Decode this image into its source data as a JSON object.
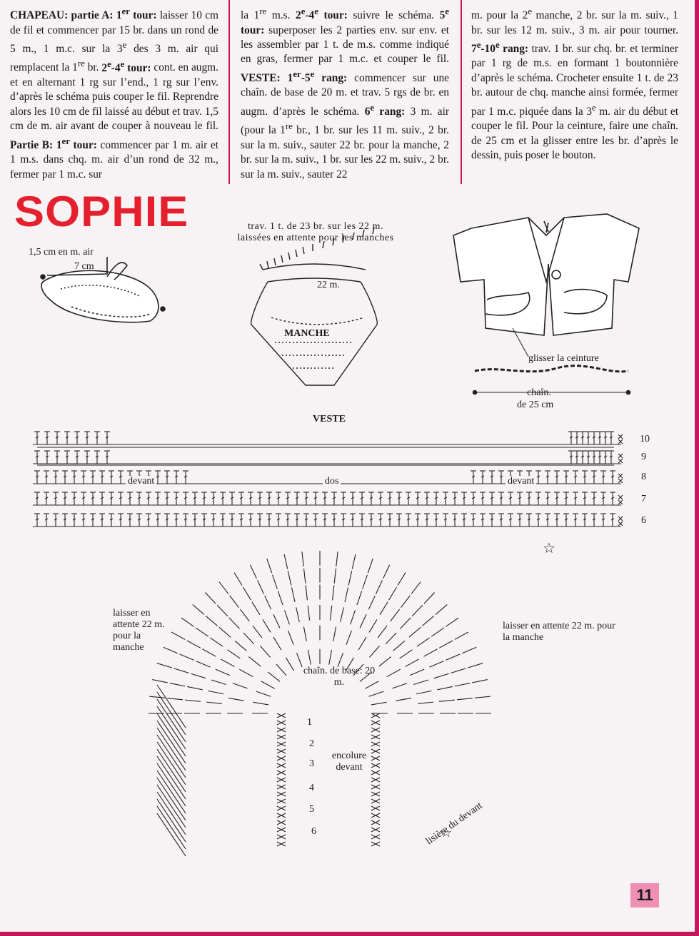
{
  "text_columns": [
    "<b>CHAPEAU: partie A: 1<sup>er</sup> tour:</b> laisser 10 cm de fil et commencer par 15 br. dans un rond de 5 m., 1 m.c. sur la 3<sup>e</sup> des 3 m. air qui remplacent la 1<sup>re</sup> br. <b>2<sup>e</sup>-4<sup>e</sup> tour:</b> cont. en augm. et en alternant 1 rg sur l’end., 1 rg sur l’env. d’après le schéma puis couper le fil. Reprendre alors les 10 cm de fil laissé au début et trav. 1,5 cm de m. air avant de couper à nouveau le fil. <b>Partie B: 1<sup>er</sup> tour:</b> commencer par 1 m. air et 1 m.s. dans chq. m. air d’un rond de 32 m., fermer par 1 m.c. sur",
    "la 1<sup>re</sup> m.s. <b>2<sup>e</sup>-4<sup>e</sup> tour:</b> suivre le schéma. <b>5<sup>e</sup> tour:</b> superposer les 2 parties env. sur env. et les assembler par 1 t. de m.s. comme indiqué en gras, fermer par 1 m.c. et couper le fil. <b>VESTE: 1<sup>er</sup>-5<sup>e</sup> rang:</b> commencer sur une chaîn. de base de 20 m. et trav. 5 rgs de br. en augm. d’après le schéma. <b>6<sup>e</sup> rang:</b> 3 m. air (pour la 1<sup>re</sup> br., 1 br. sur les 11 m. suiv., 2 br. sur la m. suiv., sauter 22 br. pour la manche, 2 br. sur la m. suiv., 1 br. sur les 22 m. suiv., 2 br. sur la m. suiv., sauter 22",
    "m. pour la 2<sup>e</sup> manche, 2 br. sur la m. suiv., 1 br. sur les 12 m. suiv., 3 m. air pour tourner. <b>7<sup>e</sup>-10<sup>e</sup> rang:</b> trav. 1 br. sur chq. br. et terminer par 1 rg de m.s. en formant 1 boutonnière d’après le schéma. Crocheter ensuite 1 t. de 23 br. autour de chq. manche ainsi formée, fermer par 1 m.c. piquée dans la 3<sup>e</sup> m. air du début et couper le fil. Pour la ceinture, faire une chaîn. de 25 cm et la glisser entre les br. d’après le dessin, puis poser le bouton."
  ],
  "brand": "SOPHIE",
  "hat": {
    "label1": "1,5 cm en m. air",
    "label2": "7 cm"
  },
  "sleeve": {
    "note": "trav. 1 t. de 23 br. sur les 22 m. laissées en attente pour les manches",
    "count": "22 m.",
    "title": "MANCHE"
  },
  "jacket": {
    "belt_label": "glisser la ceinture",
    "chain_label": "chaîn.",
    "chain_length": "de 25 cm"
  },
  "veste": {
    "title": "VESTE",
    "devant_left": "devant",
    "dos": "dos",
    "devant_right": "devant",
    "rows_top": [
      "10",
      "9",
      "8",
      "7",
      "6"
    ],
    "left_note": "laisser en attente 22 m. pour la manche",
    "right_note": "laisser en attente 22 m. pour la manche",
    "base_chain": "chaîn. de base: 20 m.",
    "neckline": "encolure devant",
    "rows_bottom": [
      "1",
      "2",
      "3",
      "4",
      "5",
      "6"
    ],
    "edge_label": "lisière du devant",
    "star": "☆"
  },
  "page_number": "11",
  "colors": {
    "accent": "#c2185b",
    "brand": "#e5202e",
    "page_tab": "#ef8fb3"
  }
}
